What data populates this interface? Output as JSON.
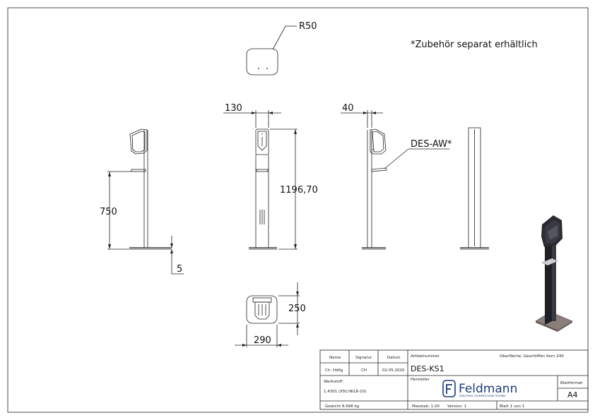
{
  "notes": {
    "accessory": "*Zubehör separat erhältlich",
    "radius": "R50",
    "des_aw": "DES-AW*"
  },
  "dimensions": {
    "width_front": "130",
    "depth_side": "40",
    "height_total": "1196,70",
    "height_shelf": "750",
    "base_thickness": "5",
    "base_depth": "250",
    "base_width": "290"
  },
  "title_block": {
    "header_name": "Name",
    "header_signatur": "Signatur",
    "header_datum": "Datum",
    "name": "Ch. Häfig",
    "signatur": "CH",
    "datum": "02.05.2020",
    "werkstoff_label": "Werkstoff:",
    "werkstoff_value": "1.4301 (X5CrNi18-10)",
    "gewicht": "Gewicht 6.696 kg",
    "artikelnummer_label": "Artikelnummer",
    "oberflaeche": "Oberfläche: Geschliffen Korn 240",
    "artikelnummer": "DES-KS1",
    "hersteller_label": "Hersteller",
    "logo_text": "Feldmann",
    "logo_sub": "EDELSTAHL KLEMMTECHNIK TECHNIK",
    "blattformat_label": "Blattformat",
    "blattformat": "A4",
    "masstab": "Masstab: 1:20",
    "version": "Version: 1",
    "blatt": "Blatt 1 von 1"
  }
}
